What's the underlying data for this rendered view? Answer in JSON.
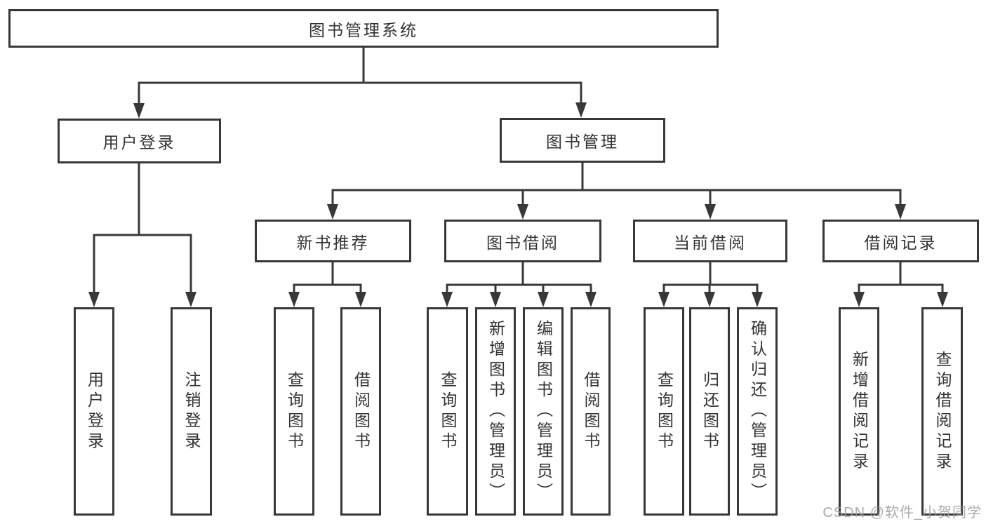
{
  "diagram": {
    "title": "图书管理系统",
    "tree": {
      "label": "图书管理系统",
      "children": [
        {
          "label": "用户登录",
          "children": [
            {
              "label": "用户登录"
            },
            {
              "label": "注销登录"
            }
          ]
        },
        {
          "label": "图书管理",
          "children": [
            {
              "label": "新书推荐",
              "children": [
                {
                  "label": "查询图书"
                },
                {
                  "label": "借阅图书"
                }
              ]
            },
            {
              "label": "图书借阅",
              "children": [
                {
                  "label": "查询图书"
                },
                {
                  "label": "新增图书（管理员）"
                },
                {
                  "label": "编辑图书（管理员）"
                },
                {
                  "label": "借阅图书"
                }
              ]
            },
            {
              "label": "当前借阅",
              "children": [
                {
                  "label": "查询图书"
                },
                {
                  "label": "归还图书"
                },
                {
                  "label": "确认归还（管理员）"
                }
              ]
            },
            {
              "label": "借阅记录",
              "children": [
                {
                  "label": "新增借阅记录"
                },
                {
                  "label": "查询借阅记录"
                }
              ]
            }
          ]
        }
      ]
    },
    "colors": {
      "line": "#383838",
      "border": "#383838",
      "text": "#333333",
      "watermark": "#9e9e9e"
    }
  },
  "watermark": {
    "text": "CSDN @软件_小贺同学"
  }
}
